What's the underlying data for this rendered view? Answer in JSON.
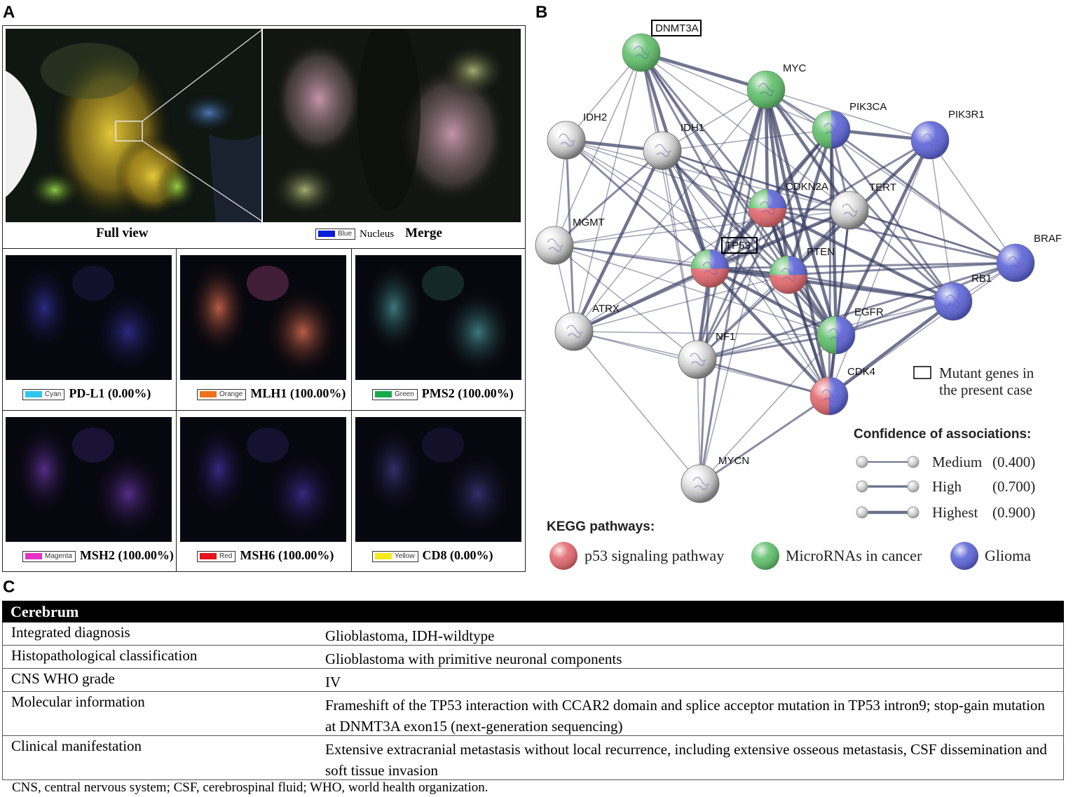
{
  "panel_labels": {
    "a": "A",
    "b": "B",
    "c": "C"
  },
  "panelA": {
    "full_view_label": "Full view",
    "merge_label": "Merge",
    "nucleus_swatch": {
      "color": "#0b1fd6",
      "name": "Blue",
      "label": "Nucleus"
    },
    "channels": [
      {
        "swatch_name": "Cyan",
        "color": "#2fc6ef",
        "caption": "PD-L1 (0.00%)"
      },
      {
        "swatch_name": "Orange",
        "color": "#f0711c",
        "caption": "MLH1 (100.00%)"
      },
      {
        "swatch_name": "Green",
        "color": "#19a84a",
        "caption": "PMS2 (100.00%)"
      },
      {
        "swatch_name": "Magenta",
        "color": "#e531c4",
        "caption": "MSH2 (100.00%)"
      },
      {
        "swatch_name": "Red",
        "color": "#e8131b",
        "caption": "MSH6 (100.00%)"
      },
      {
        "swatch_name": "Yellow",
        "color": "#f5ea17",
        "caption": "CD8 (0.00%)"
      }
    ]
  },
  "panelB": {
    "colors": {
      "p53": "#e2676d",
      "microrna": "#5fbf6a",
      "glioma": "#5b63d8",
      "none": "#e8e8e8",
      "edge": "#3a4064"
    },
    "nodes": [
      {
        "id": "DNMT3A",
        "label": "DNMT3A",
        "mutant": true,
        "pathways": [
          "microrna"
        ]
      },
      {
        "id": "MYC",
        "label": "MYC",
        "mutant": false,
        "pathways": [
          "microrna"
        ]
      },
      {
        "id": "PIK3CA",
        "label": "PIK3CA",
        "mutant": false,
        "pathways": [
          "microrna",
          "glioma"
        ]
      },
      {
        "id": "PIK3R1",
        "label": "PIK3R1",
        "mutant": false,
        "pathways": [
          "glioma"
        ]
      },
      {
        "id": "IDH2",
        "label": "IDH2",
        "mutant": false,
        "pathways": []
      },
      {
        "id": "IDH1",
        "label": "IDH1",
        "mutant": false,
        "pathways": []
      },
      {
        "id": "CDKN2A",
        "label": "CDKN2A",
        "mutant": false,
        "pathways": [
          "microrna",
          "glioma",
          "p53"
        ]
      },
      {
        "id": "TERT",
        "label": "TERT",
        "mutant": false,
        "pathways": []
      },
      {
        "id": "MGMT",
        "label": "MGMT",
        "mutant": false,
        "pathways": []
      },
      {
        "id": "TP53",
        "label": "TP53",
        "mutant": true,
        "pathways": [
          "microrna",
          "glioma",
          "p53"
        ]
      },
      {
        "id": "PTEN",
        "label": "PTEN",
        "mutant": false,
        "pathways": [
          "microrna",
          "glioma",
          "p53"
        ]
      },
      {
        "id": "BRAF",
        "label": "BRAF",
        "mutant": false,
        "pathways": [
          "glioma"
        ]
      },
      {
        "id": "RB1",
        "label": "RB1",
        "mutant": false,
        "pathways": [
          "glioma"
        ]
      },
      {
        "id": "ATRX",
        "label": "ATRX",
        "mutant": false,
        "pathways": []
      },
      {
        "id": "EGFR",
        "label": "EGFR",
        "mutant": false,
        "pathways": [
          "microrna",
          "glioma"
        ]
      },
      {
        "id": "NF1",
        "label": "NF1",
        "mutant": false,
        "pathways": []
      },
      {
        "id": "CDK4",
        "label": "CDK4",
        "mutant": false,
        "pathways": [
          "p53",
          "glioma"
        ]
      },
      {
        "id": "MYCN",
        "label": "MYCN",
        "mutant": false,
        "pathways": []
      }
    ],
    "edges": [
      [
        "DNMT3A",
        "MYC",
        3
      ],
      [
        "DNMT3A",
        "IDH2",
        1
      ],
      [
        "DNMT3A",
        "IDH1",
        2
      ],
      [
        "DNMT3A",
        "CDKN2A",
        2
      ],
      [
        "DNMT3A",
        "TP53",
        3
      ],
      [
        "DNMT3A",
        "PTEN",
        2
      ],
      [
        "DNMT3A",
        "MGMT",
        1
      ],
      [
        "DNMT3A",
        "TERT",
        1
      ],
      [
        "DNMT3A",
        "EGFR",
        2
      ],
      [
        "DNMT3A",
        "CDK4",
        2
      ],
      [
        "DNMT3A",
        "ATRX",
        1
      ],
      [
        "DNMT3A",
        "NF1",
        1
      ],
      [
        "DNMT3A",
        "PIK3CA",
        1
      ],
      [
        "MYC",
        "PIK3CA",
        2
      ],
      [
        "MYC",
        "PIK3R1",
        1
      ],
      [
        "MYC",
        "CDKN2A",
        3
      ],
      [
        "MYC",
        "TERT",
        3
      ],
      [
        "MYC",
        "TP53",
        3
      ],
      [
        "MYC",
        "PTEN",
        3
      ],
      [
        "MYC",
        "EGFR",
        3
      ],
      [
        "MYC",
        "CDK4",
        3
      ],
      [
        "MYC",
        "IDH1",
        1
      ],
      [
        "MYC",
        "RB1",
        2
      ],
      [
        "MYC",
        "ATRX",
        1
      ],
      [
        "MYC",
        "NF1",
        2
      ],
      [
        "MYC",
        "MYCN",
        2
      ],
      [
        "MYC",
        "BRAF",
        1
      ],
      [
        "PIK3CA",
        "PIK3R1",
        3
      ],
      [
        "PIK3CA",
        "PTEN",
        3
      ],
      [
        "PIK3CA",
        "EGFR",
        3
      ],
      [
        "PIK3CA",
        "TP53",
        3
      ],
      [
        "PIK3CA",
        "CDKN2A",
        2
      ],
      [
        "PIK3CA",
        "BRAF",
        2
      ],
      [
        "PIK3CA",
        "TERT",
        2
      ],
      [
        "PIK3CA",
        "CDK4",
        2
      ],
      [
        "PIK3CA",
        "IDH1",
        1
      ],
      [
        "PIK3CA",
        "RB1",
        2
      ],
      [
        "PIK3CA",
        "NF1",
        2
      ],
      [
        "PIK3R1",
        "PTEN",
        3
      ],
      [
        "PIK3R1",
        "EGFR",
        3
      ],
      [
        "PIK3R1",
        "TP53",
        2
      ],
      [
        "PIK3R1",
        "CDK4",
        1
      ],
      [
        "PIK3R1",
        "BRAF",
        1
      ],
      [
        "PIK3R1",
        "RB1",
        1
      ],
      [
        "IDH2",
        "IDH1",
        3
      ],
      [
        "IDH2",
        "TP53",
        2
      ],
      [
        "IDH2",
        "MGMT",
        1
      ],
      [
        "IDH2",
        "ATRX",
        2
      ],
      [
        "IDH2",
        "EGFR",
        1
      ],
      [
        "IDH2",
        "CDKN2A",
        1
      ],
      [
        "IDH2",
        "PTEN",
        1
      ],
      [
        "IDH2",
        "TERT",
        1
      ],
      [
        "IDH1",
        "TP53",
        3
      ],
      [
        "IDH1",
        "ATRX",
        3
      ],
      [
        "IDH1",
        "CDKN2A",
        2
      ],
      [
        "IDH1",
        "PTEN",
        2
      ],
      [
        "IDH1",
        "EGFR",
        2
      ],
      [
        "IDH1",
        "MGMT",
        2
      ],
      [
        "IDH1",
        "TERT",
        2
      ],
      [
        "IDH1",
        "NF1",
        1
      ],
      [
        "IDH1",
        "CDK4",
        1
      ],
      [
        "IDH1",
        "BRAF",
        1
      ],
      [
        "CDKN2A",
        "TP53",
        3
      ],
      [
        "CDKN2A",
        "PTEN",
        3
      ],
      [
        "CDKN2A",
        "CDK4",
        3
      ],
      [
        "CDKN2A",
        "RB1",
        3
      ],
      [
        "CDKN2A",
        "EGFR",
        3
      ],
      [
        "CDKN2A",
        "TERT",
        2
      ],
      [
        "CDKN2A",
        "MGMT",
        1
      ],
      [
        "CDKN2A",
        "ATRX",
        1
      ],
      [
        "CDKN2A",
        "NF1",
        2
      ],
      [
        "CDKN2A",
        "BRAF",
        2
      ],
      [
        "CDKN2A",
        "MYCN",
        1
      ],
      [
        "TERT",
        "TP53",
        3
      ],
      [
        "TERT",
        "PTEN",
        2
      ],
      [
        "TERT",
        "EGFR",
        2
      ],
      [
        "TERT",
        "ATRX",
        1
      ],
      [
        "TERT",
        "RB1",
        2
      ],
      [
        "TERT",
        "BRAF",
        2
      ],
      [
        "TERT",
        "CDK4",
        2
      ],
      [
        "TERT",
        "MGMT",
        1
      ],
      [
        "TERT",
        "NF1",
        1
      ],
      [
        "MGMT",
        "TP53",
        2
      ],
      [
        "MGMT",
        "ATRX",
        1
      ],
      [
        "MGMT",
        "EGFR",
        1
      ],
      [
        "MGMT",
        "PTEN",
        1
      ],
      [
        "MGMT",
        "NF1",
        1
      ],
      [
        "TP53",
        "PTEN",
        3
      ],
      [
        "TP53",
        "EGFR",
        3
      ],
      [
        "TP53",
        "CDK4",
        3
      ],
      [
        "TP53",
        "RB1",
        3
      ],
      [
        "TP53",
        "ATRX",
        3
      ],
      [
        "TP53",
        "NF1",
        3
      ],
      [
        "TP53",
        "BRAF",
        2
      ],
      [
        "TP53",
        "MYCN",
        2
      ],
      [
        "PTEN",
        "EGFR",
        3
      ],
      [
        "PTEN",
        "CDK4",
        2
      ],
      [
        "PTEN",
        "RB1",
        2
      ],
      [
        "PTEN",
        "BRAF",
        2
      ],
      [
        "PTEN",
        "NF1",
        2
      ],
      [
        "PTEN",
        "ATRX",
        1
      ],
      [
        "BRAF",
        "RB1",
        1
      ],
      [
        "BRAF",
        "EGFR",
        2
      ],
      [
        "BRAF",
        "NF1",
        2
      ],
      [
        "BRAF",
        "CDK4",
        1
      ],
      [
        "RB1",
        "CDK4",
        3
      ],
      [
        "RB1",
        "EGFR",
        2
      ],
      [
        "RB1",
        "NF1",
        1
      ],
      [
        "ATRX",
        "NF1",
        1
      ],
      [
        "ATRX",
        "EGFR",
        1
      ],
      [
        "ATRX",
        "MYCN",
        1
      ],
      [
        "ATRX",
        "CDK4",
        1
      ],
      [
        "EGFR",
        "CDK4",
        3
      ],
      [
        "EGFR",
        "NF1",
        2
      ],
      [
        "EGFR",
        "MYCN",
        1
      ],
      [
        "NF1",
        "CDK4",
        2
      ],
      [
        "NF1",
        "MYCN",
        1
      ],
      [
        "CDK4",
        "MYCN",
        2
      ]
    ],
    "mutant_legend": "Mutant genes in the present case",
    "confidence_title": "Confidence of associations:",
    "confidence_levels": [
      {
        "label": "Medium",
        "value": "(0.400)"
      },
      {
        "label": "High",
        "value": "(0.700)"
      },
      {
        "label": "Highest",
        "value": "(0.900)"
      }
    ],
    "kegg_title": "KEGG pathways:",
    "kegg": [
      {
        "key": "p53",
        "label": "p53 signaling pathway"
      },
      {
        "key": "microrna",
        "label": "MicroRNAs in cancer"
      },
      {
        "key": "glioma",
        "label": "Glioma"
      }
    ]
  },
  "panelC": {
    "header": "Cerebrum",
    "rows": [
      {
        "key": "Integrated diagnosis",
        "value": "Glioblastoma, IDH-wildtype"
      },
      {
        "key": "Histopathological classification",
        "value": "Glioblastoma with primitive neuronal components"
      },
      {
        "key": "CNS WHO grade",
        "value": "IV"
      },
      {
        "key": "Molecular information",
        "value": "Frameshift of the TP53 interaction with CCAR2 domain and splice acceptor mutation in TP53 intron9; stop-gain mutation at DNMT3A exon15 (next-generation sequencing)"
      },
      {
        "key": "Clinical manifestation",
        "value": "Extensive extracranial metastasis without local recurrence, including extensive osseous metastasis, CSF dissemination and soft tissue invasion"
      }
    ],
    "footnote": "CNS, central nervous system; CSF, cerebrospinal fluid; WHO, world health organization."
  }
}
